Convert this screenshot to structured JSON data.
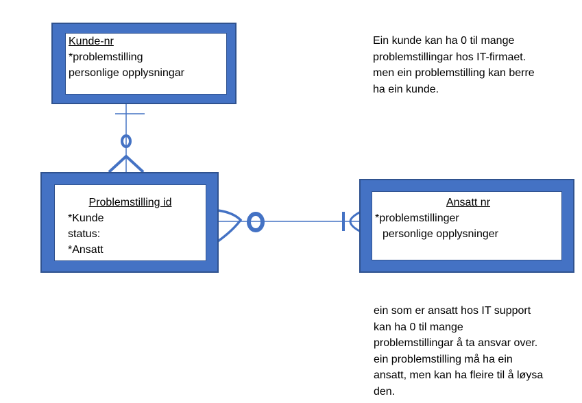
{
  "entities": {
    "kunde": {
      "header": "Kunde-nr",
      "attributes": [
        "*problemstilling",
        "personlige opplysningar"
      ]
    },
    "problemstilling": {
      "header": "Problemstilling id",
      "attributes": [
        "*Kunde",
        "status:",
        "*Ansatt"
      ]
    },
    "ansatt": {
      "header": "Ansatt nr",
      "attributes": [
        "*problemstillinger",
        "personlige opplysninger"
      ]
    }
  },
  "notes": {
    "kunde_note": [
      "Ein kunde kan ha 0 til mange",
      "problemstillingar hos IT-firmaet.",
      "men ein problemstilling kan berre",
      "ha ein kunde."
    ],
    "ansatt_note": [
      "ein som er ansatt hos IT support",
      "kan ha 0 til mange",
      "problemstillingar å ta ansvar over.",
      "ein problemstilling må ha ein",
      "ansatt, men kan ha fleire til å løysa",
      "den."
    ]
  },
  "colors": {
    "entity_fill": "#4472c4",
    "entity_border": "#2f528f",
    "line": "#4472c4"
  }
}
